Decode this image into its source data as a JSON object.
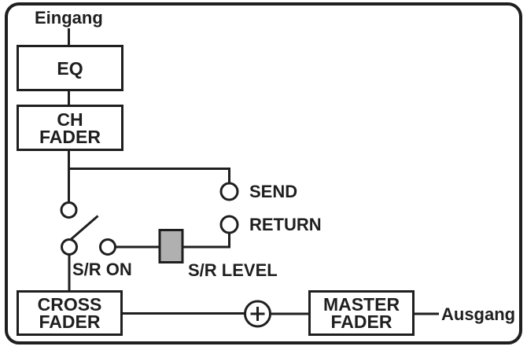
{
  "diagram": {
    "description": "Mixer channel signal-flow block diagram with send/return loop",
    "input_label": "Eingang",
    "output_label": "Ausgang",
    "blocks": {
      "eq": "EQ",
      "ch_fader": "CH\nFADER",
      "cross_fader": "CROSS\nFADER",
      "master_fader": "MASTER\nFADER"
    },
    "jacks": {
      "send": "SEND",
      "return": "RETURN"
    },
    "controls": {
      "sr_on": "S/R ON",
      "sr_level": "S/R LEVEL"
    },
    "sum_symbol": "+",
    "colors": {
      "line": "#1f1f1f",
      "background": "#ffffff",
      "sr_level_fill": "#b0b0b0"
    }
  }
}
